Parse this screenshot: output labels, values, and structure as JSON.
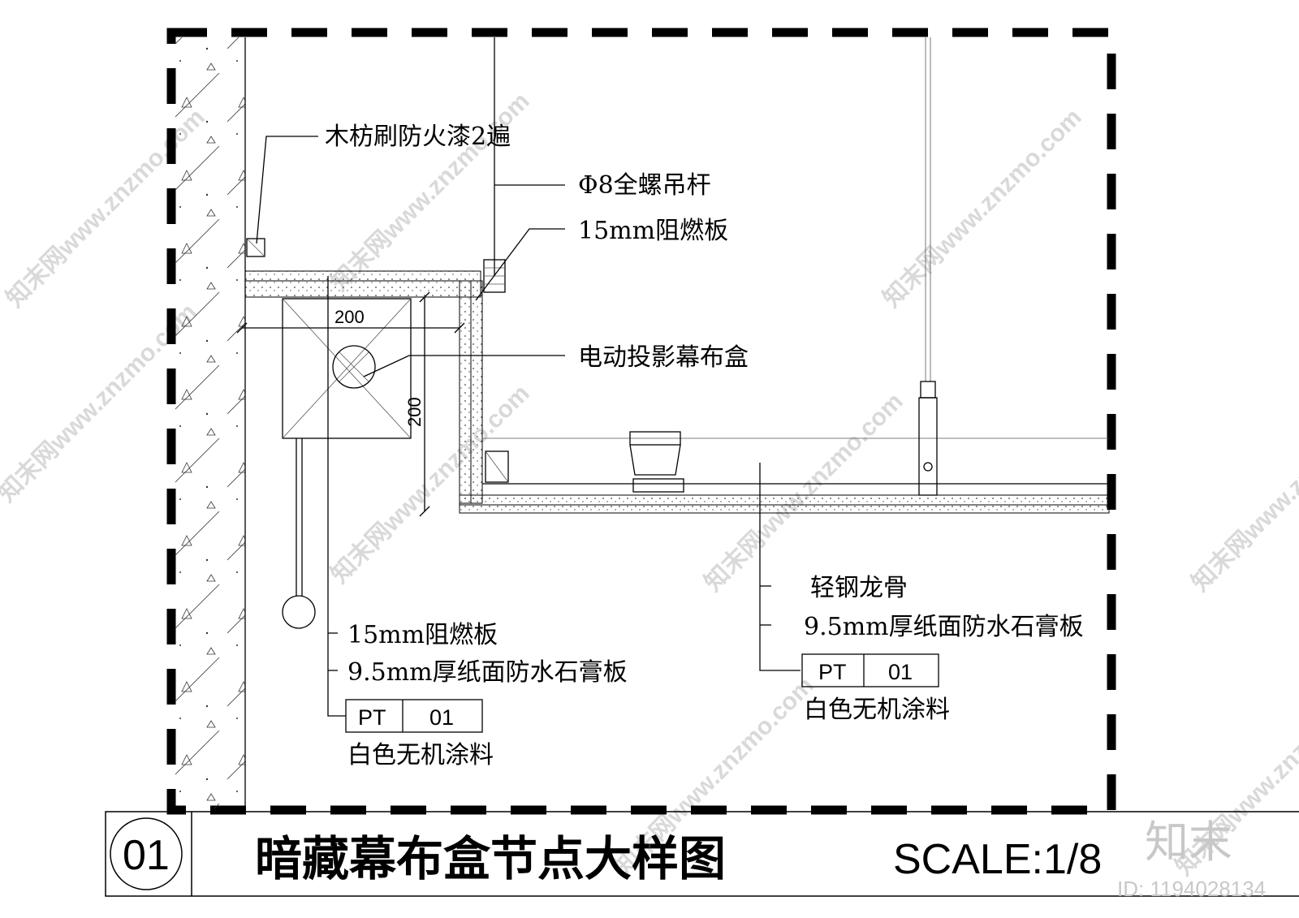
{
  "labels": {
    "wood_fireproof": "木枋刷防火漆2遍",
    "rod": "Φ8全螺吊杆",
    "board_top": "15mm阻燃板",
    "screen_box": "电动投影幕布盒",
    "board_left": "15mm阻燃板",
    "gypsum_left": "9.5mm厚纸面防水石膏板",
    "keel": "轻钢龙骨",
    "gypsum_right": "9.5mm厚纸面防水石膏板"
  },
  "tags": {
    "left": {
      "code": "PT",
      "num": "01",
      "desc": "白色无机涂料"
    },
    "right": {
      "code": "PT",
      "num": "01",
      "desc": "白色无机涂料"
    }
  },
  "dimensions": {
    "width": "200",
    "height": "200"
  },
  "title_block": {
    "number": "01",
    "title": "暗藏幕布盒节点大样图",
    "scale": "SCALE:1/8"
  },
  "watermark": {
    "text": "知末网www.znzmo.com",
    "logo": "知末",
    "id": "ID: 1194028134"
  }
}
